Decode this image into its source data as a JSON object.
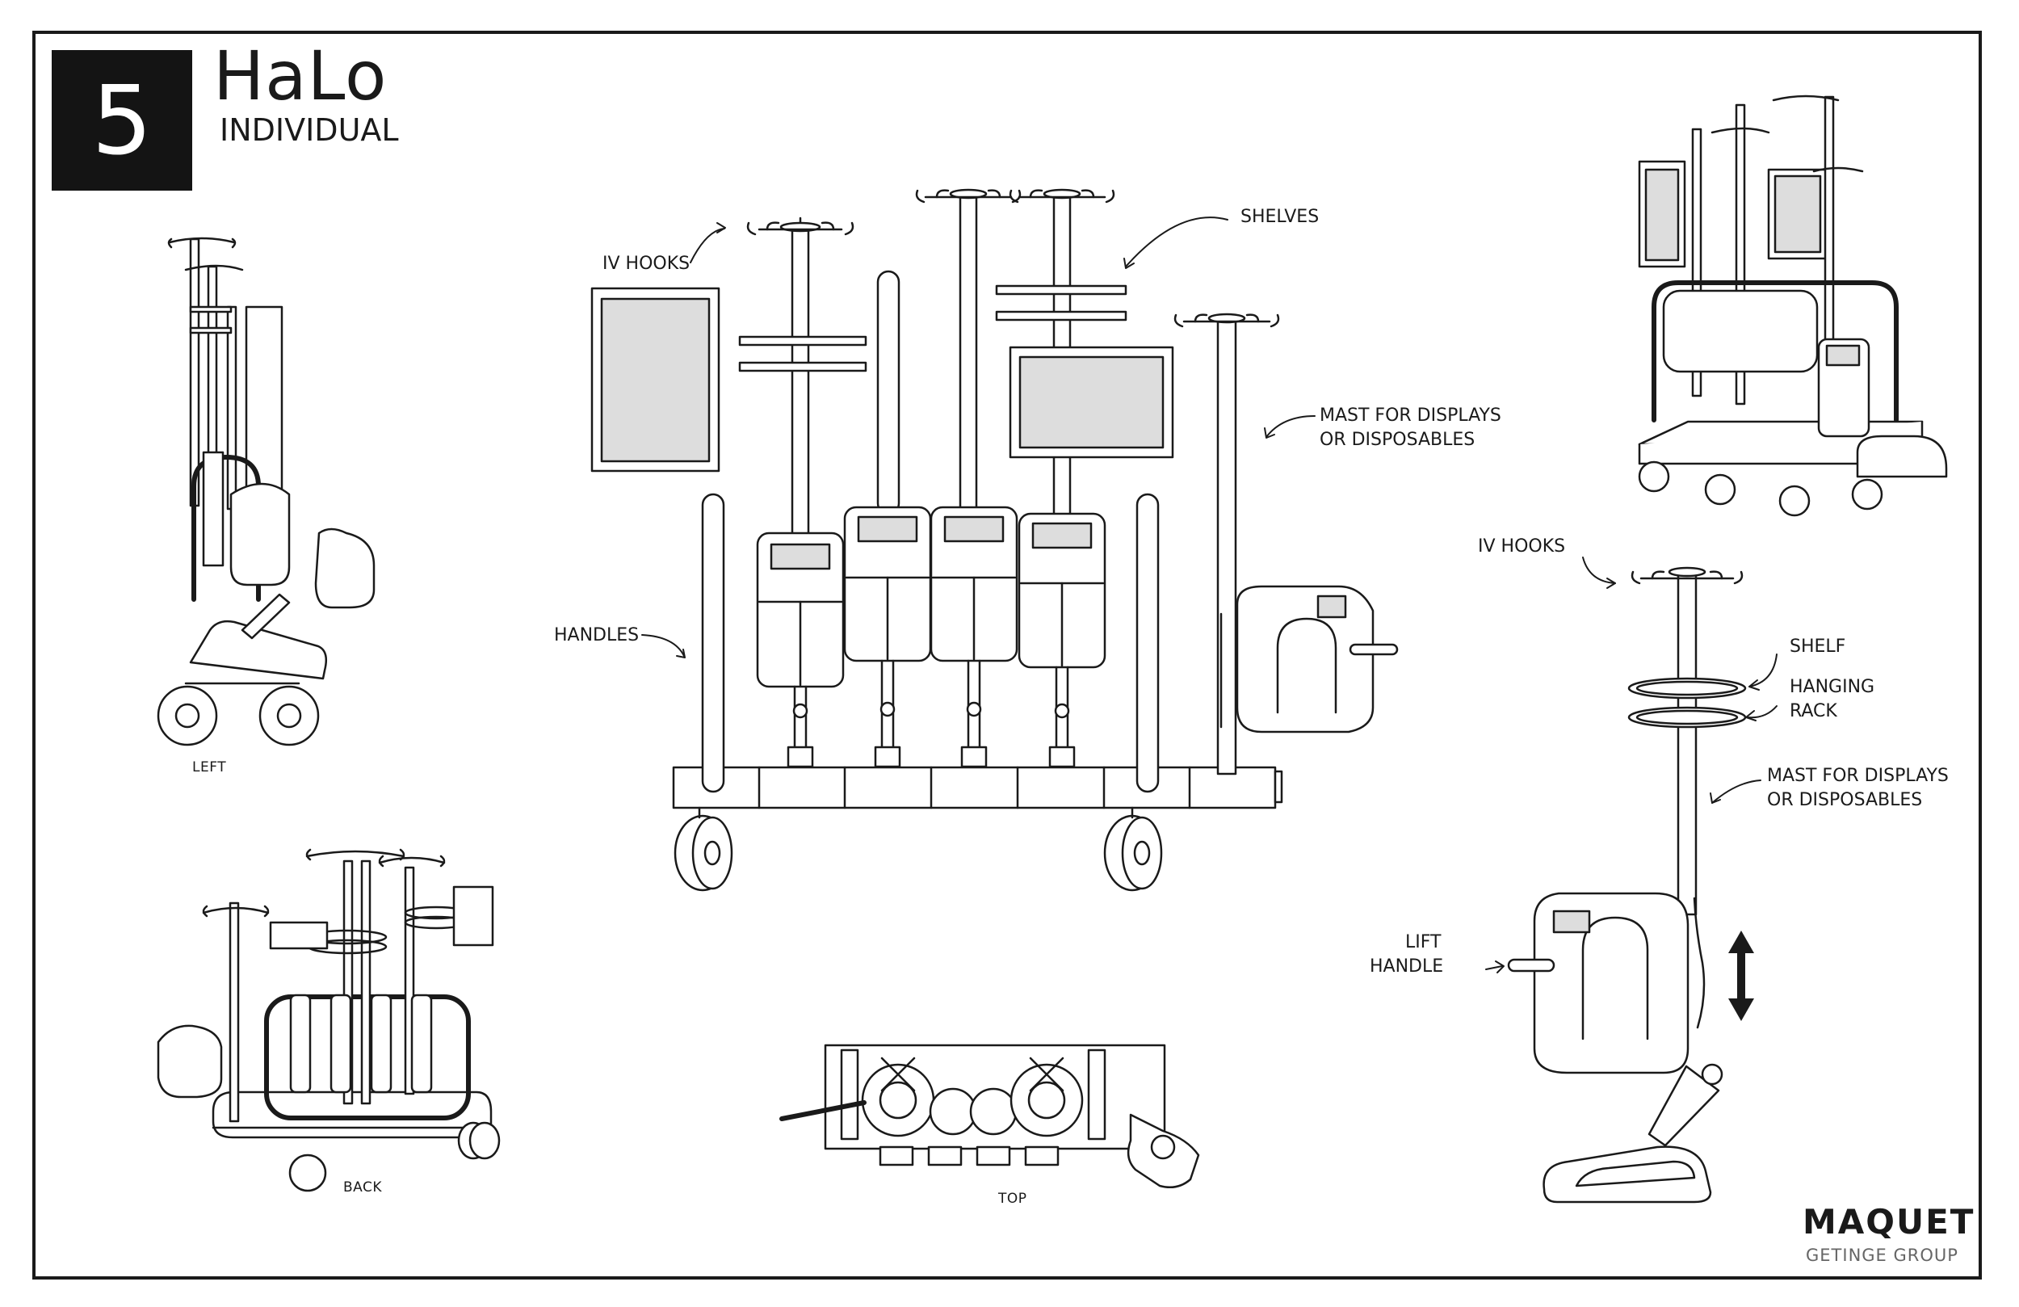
{
  "header": {
    "number": "5",
    "title": "HaLo",
    "subtitle": "INDIVIDUAL"
  },
  "callouts": {
    "iv_hooks": "IV HOOKS",
    "shelves": "SHELVES",
    "mast_line1": "MAST FOR DISPLAYS",
    "mast_line2": "OR DISPOSABLES",
    "handles": "HANDLES",
    "iv_hooks_side": "IV HOOKS",
    "shelf": "SHELF",
    "hanging_line1": "HANGING",
    "hanging_line2": "RACK",
    "mast_side_line1": "MAST FOR DISPLAYS",
    "mast_side_line2": "OR DISPOSABLES",
    "lift_line1": "LIFT",
    "lift_line2": "HANDLE"
  },
  "views": {
    "left": "LEFT",
    "back": "BACK",
    "top": "TOP"
  },
  "brand": {
    "name": "MAQUET",
    "group": "GETINGE GROUP"
  }
}
